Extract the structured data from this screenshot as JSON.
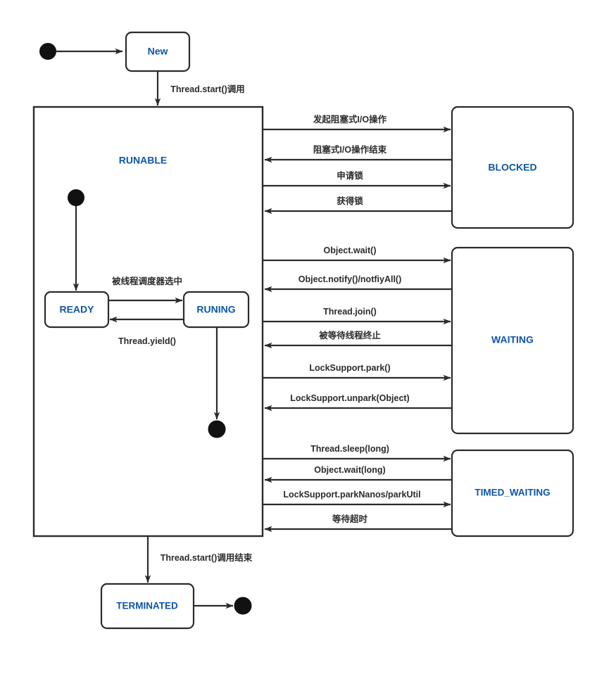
{
  "diagram": {
    "title": "Java Thread State Diagram",
    "type": "uml-state-machine",
    "colors": {
      "state_text": "#0d56a6",
      "stroke": "#2b2b2b",
      "node_fill": "#111111",
      "background": "#ffffff"
    }
  },
  "states": {
    "new": {
      "label": "New"
    },
    "runnable": {
      "label": "RUNABLE"
    },
    "ready": {
      "label": "READY"
    },
    "running": {
      "label": "RUNING"
    },
    "blocked": {
      "label": "BLOCKED"
    },
    "waiting": {
      "label": "WAITING"
    },
    "timed_waiting": {
      "label": "TIMED_WAITING"
    },
    "terminated": {
      "label": "TERMINATED"
    }
  },
  "nodes": {
    "start_node": {
      "name": "initial-node"
    },
    "runnable_start_node": {
      "name": "runnable-initial-node"
    },
    "running_end_node": {
      "name": "running-final-node"
    },
    "terminated_end_node": {
      "name": "final-node"
    }
  },
  "transitions": {
    "start_to_new": {
      "label": ""
    },
    "new_to_runnable": {
      "label": "Thread.start()调用"
    },
    "runnable_to_terminated": {
      "label": "Thread.start()调用结束"
    },
    "ready_to_running": {
      "label": "被线程调度器选中"
    },
    "running_to_ready": {
      "label": "Thread.yield()"
    },
    "blocked_group": [
      {
        "label": "发起阻塞式I/O操作",
        "direction": "right"
      },
      {
        "label": "阻塞式I/O操作结束",
        "direction": "left"
      },
      {
        "label": "申请锁",
        "direction": "right"
      },
      {
        "label": "获得锁",
        "direction": "left"
      }
    ],
    "waiting_group": [
      {
        "label": "Object.wait()",
        "direction": "right"
      },
      {
        "label": "Object.notify()/notfiyAll()",
        "direction": "left"
      },
      {
        "label": "Thread.join()",
        "direction": "right"
      },
      {
        "label": "被等待线程终止",
        "direction": "left"
      },
      {
        "label": "LockSupport.park()",
        "direction": "right"
      },
      {
        "label": "LockSupport.unpark(Object)",
        "direction": "left"
      }
    ],
    "timed_waiting_group": [
      {
        "label": "Thread.sleep(long)",
        "direction": "right"
      },
      {
        "label": "Object.wait(long)",
        "direction": "left"
      },
      {
        "label": "LockSupport.parkNanos/parkUtil",
        "direction": "right"
      },
      {
        "label": "等待超时",
        "direction": "left"
      }
    ]
  }
}
